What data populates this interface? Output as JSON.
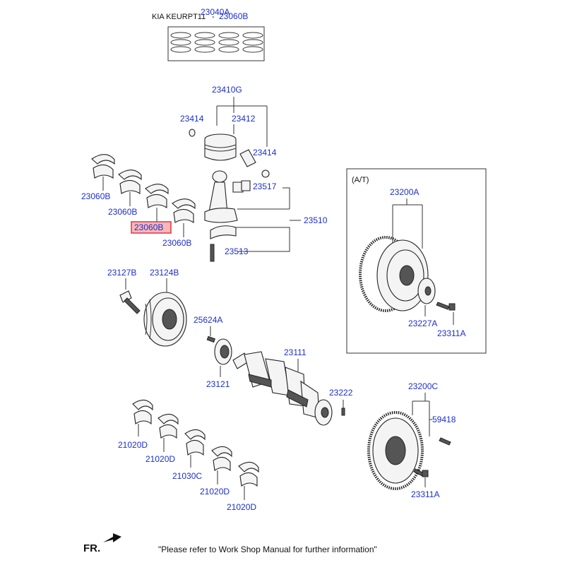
{
  "header": {
    "model": "KIA KEURPT11",
    "separator": "-"
  },
  "parts": {
    "piston_ring_set": "23040A",
    "bearing_set": "23060B",
    "piston_assy": "23410G",
    "snap_ring_left": "23414",
    "piston_pin": "23412",
    "snap_ring_right": "23414",
    "rod_bushing": "23517",
    "connecting_rod": "23510",
    "rod_bolt": "23513",
    "bearing_1": "23060B",
    "bearing_2": "23060B",
    "bearing_3": "23060B",
    "bearing_4": "23060B",
    "pulley_bolt": "23127B",
    "damper_pulley": "23124B",
    "woodruff_key": "25624A",
    "timing_sprocket": "23121",
    "crankshaft": "23111",
    "pilot_pin": "23222",
    "flywheel_at": "23200A",
    "adapter_plate": "23227A",
    "flywheel_bolt_at": "23311A",
    "flywheel_mt": "23200C",
    "ring_pin": "59418",
    "flywheel_bolt_mt": "23311A",
    "main_bearing_1": "21020D",
    "main_bearing_2": "21020D",
    "thrust_bearing": "21030C",
    "main_bearing_3": "21020D",
    "main_bearing_4": "21020D"
  },
  "at_box": {
    "label": "(A/T)"
  },
  "footer": {
    "direction": "FR.",
    "note": "\"Please refer to Work Shop Manual for further information\""
  },
  "colors": {
    "label": "#1c2ecc",
    "highlight": "#e8333a"
  }
}
